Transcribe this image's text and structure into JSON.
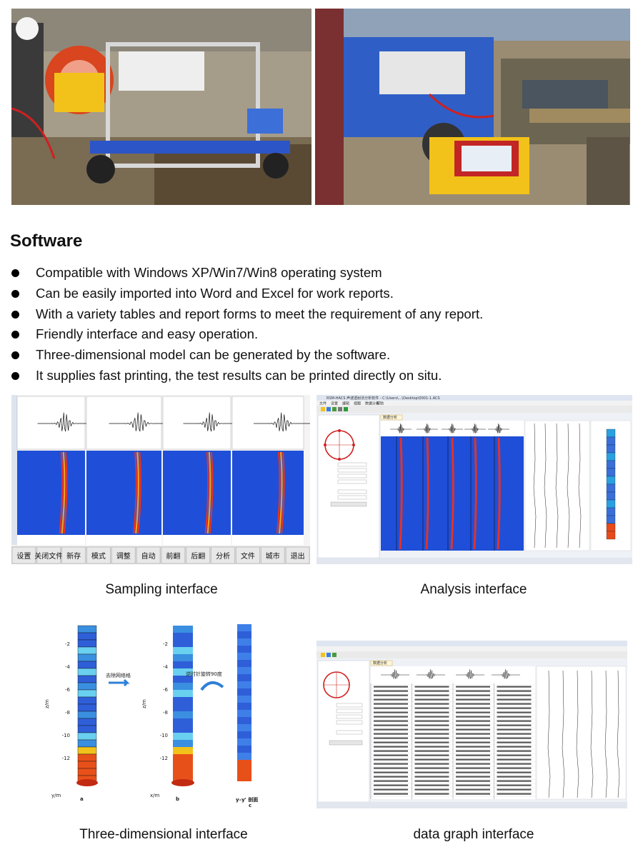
{
  "photos": {
    "left": {
      "alt": "photo-left"
    },
    "right": {
      "alt": "photo-right"
    }
  },
  "software": {
    "heading": "Software",
    "bullets": [
      "Compatible with Windows XP/Win7/Win8 operating system",
      "Can be easily imported into Word and Excel for work reports.",
      "With a variety tables and report forms to meet the requirement of any report.",
      "Friendly interface and easy operation.",
      "Three-dimensional model can be generated by the software.",
      "It supplies fast printing, the test results can be printed directly on situ."
    ]
  },
  "sampling": {
    "caption": "Sampling interface",
    "toolbar": [
      "设置",
      "关闭文件",
      "新存",
      "模式",
      "调整",
      "自动",
      "前翻",
      "后翻",
      "分析",
      "文件",
      "城市",
      "退出"
    ]
  },
  "analysis": {
    "caption": "Analysis interface",
    "window_title": "RSM-HACS 声波透射法分析软件 - C:\\Users\\...\\Desktop\\0001-1.ACS",
    "menu": [
      "文件",
      "设置",
      "编辑",
      "视图",
      "数据分析",
      "帮助"
    ],
    "tab": "数据分析"
  },
  "three_d": {
    "caption": "Three-dimensional interface",
    "label_remove_grid": "去除网络格",
    "label_rotate": "逆时针旋转90度",
    "sub_a": "a",
    "sub_b": "b",
    "sub_c": "c",
    "section_label": "y–y' 剖面",
    "z_axis": "z/m",
    "x_axis": "x/m",
    "y_axis": "y/m",
    "z_ticks": [
      "-2",
      "-4",
      "-6",
      "-8",
      "-10",
      "-12"
    ]
  },
  "data_graph": {
    "caption": "data graph interface",
    "tab": "数据分析"
  },
  "colors": {
    "heatmap_bg": "#1f4fd8",
    "heatmap_line": "#e0332a",
    "toolbar_bg": "#d8d8d8",
    "window_blue": "#2f5fae"
  }
}
